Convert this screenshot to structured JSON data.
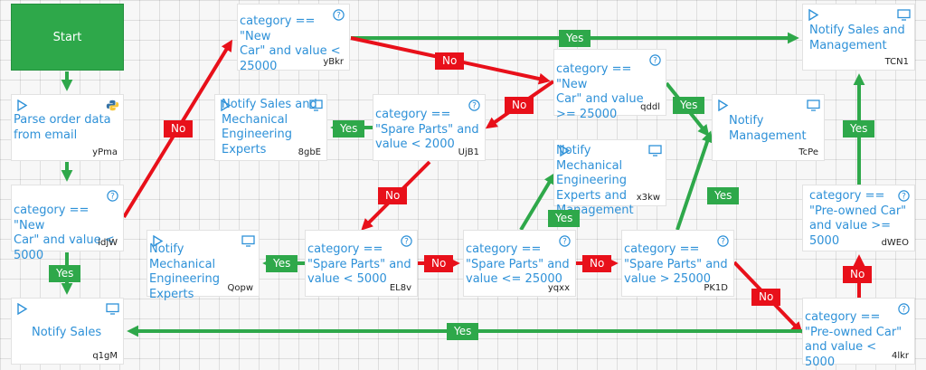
{
  "colors": {
    "yes": "#2ea84a",
    "no": "#e8101a",
    "node_text": "#2e91d8",
    "start": "#2ea84a"
  },
  "start": {
    "label": "Start"
  },
  "nodes": {
    "ypma": {
      "text": "Parse order data\nfrom email",
      "id": "yPma",
      "icon_left": "play-icon",
      "icon_right": "python-icon"
    },
    "idjw": {
      "text": "category == \"New\nCar\" and value <\n5000",
      "id": "idjW",
      "icon_right": "help-icon"
    },
    "q1gm": {
      "text": "Notify Sales",
      "id": "q1gM",
      "icon_left": "play-icon",
      "icon_right": "monitor-icon"
    },
    "ybkr": {
      "text": "category == \"New\nCar\" and value <\n25000",
      "id": "yBkr",
      "icon_right": "help-icon"
    },
    "8gbe": {
      "text": "Notify Sales and\nMechanical\nEngineering\nExperts",
      "id": "8gbE",
      "icon_left": "play-icon",
      "icon_right": "monitor-icon"
    },
    "ujb1": {
      "text": "category ==\n\"Spare Parts\" and\nvalue < 2000",
      "id": "UjB1",
      "icon_right": "help-icon"
    },
    "qopw": {
      "text": "Notify Mechanical\nEngineering\nExperts",
      "id": "Qopw",
      "icon_left": "play-icon",
      "icon_right": "monitor-icon"
    },
    "el8v": {
      "text": "category ==\n\"Spare Parts\" and\nvalue < 5000",
      "id": "EL8v",
      "icon_right": "help-icon"
    },
    "qddl": {
      "text": "category == \"New\nCar\" and value\n>= 25000",
      "id": "qddl",
      "icon_right": "help-icon"
    },
    "x3kw": {
      "text": "Notify Mechanical\nEngineering\nExperts and\nManagement",
      "id": "x3kw",
      "icon_left": "play-icon",
      "icon_right": "monitor-icon"
    },
    "yqxx": {
      "text": "category ==\n\"Spare Parts\" and\nvalue <= 25000",
      "id": "yqxx",
      "icon_right": "help-icon"
    },
    "tcpe": {
      "text": "Notify\nManagement",
      "id": "TcPe",
      "icon_left": "play-icon",
      "icon_right": "monitor-icon"
    },
    "pk1d": {
      "text": "category ==\n\"Spare Parts\" and\nvalue > 25000",
      "id": "PK1D",
      "icon_right": "help-icon"
    },
    "tcn1": {
      "text": "Notify Sales and\nManagement",
      "id": "TCN1",
      "icon_left": "play-icon",
      "icon_right": "monitor-icon"
    },
    "dweo": {
      "text": "category ==\n\"Pre-owned Car\"\nand value >=\n5000",
      "id": "dWEO",
      "icon_right": "help-icon"
    },
    "4lkr": {
      "text": "category ==\n\"Pre-owned Car\"\nand value < 5000",
      "id": "4lkr",
      "icon_right": "help-icon"
    }
  },
  "edge_labels": {
    "idjw_q1gm": "Yes",
    "idjw_ybkr": "No",
    "ybkr_tcn1": "Yes",
    "ybkr_qddl": "No",
    "qddl_ujb1": "No",
    "qddl_tcpe": "Yes",
    "ujb1_8gbe": "Yes",
    "ujb1_el8v": "No",
    "el8v_qopw": "Yes",
    "el8v_yqxx": "No",
    "yqxx_x3kw": "Yes",
    "yqxx_pk1d": "No",
    "pk1d_tcpe": "Yes",
    "pk1d_4lkr": "No",
    "4lkr_q1gm": "Yes",
    "4lkr_dweo": "No",
    "dweo_tcn1": "Yes"
  }
}
